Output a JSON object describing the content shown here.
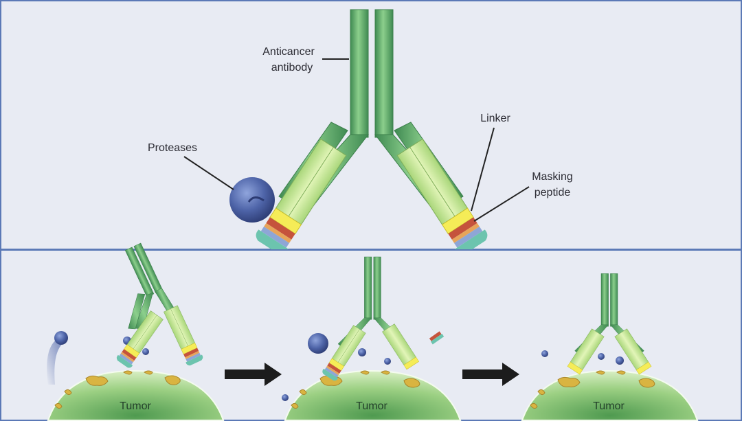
{
  "labels": {
    "antibody_line1": "Anticancer",
    "antibody_line2": "antibody",
    "proteases": "Proteases",
    "linker": "Linker",
    "masking_line1": "Masking",
    "masking_line2": "peptide",
    "tumor_1": "Tumor",
    "tumor_2": "Tumor",
    "tumor_3": "Tumor"
  },
  "colors": {
    "background": "#e8ebf3",
    "border": "#5b79b6",
    "stem_green": "#5fa86a",
    "arm_light_green": "#c6e69a",
    "yellow": "#f5ec57",
    "linker_red": "#c5533c",
    "mask_teal": "#6cc4ae",
    "protease_blue": "#4e64a8",
    "tumor_green": "#8cc57c",
    "receptor_gold": "#d9b441",
    "arrow": "#1c1c1c"
  }
}
